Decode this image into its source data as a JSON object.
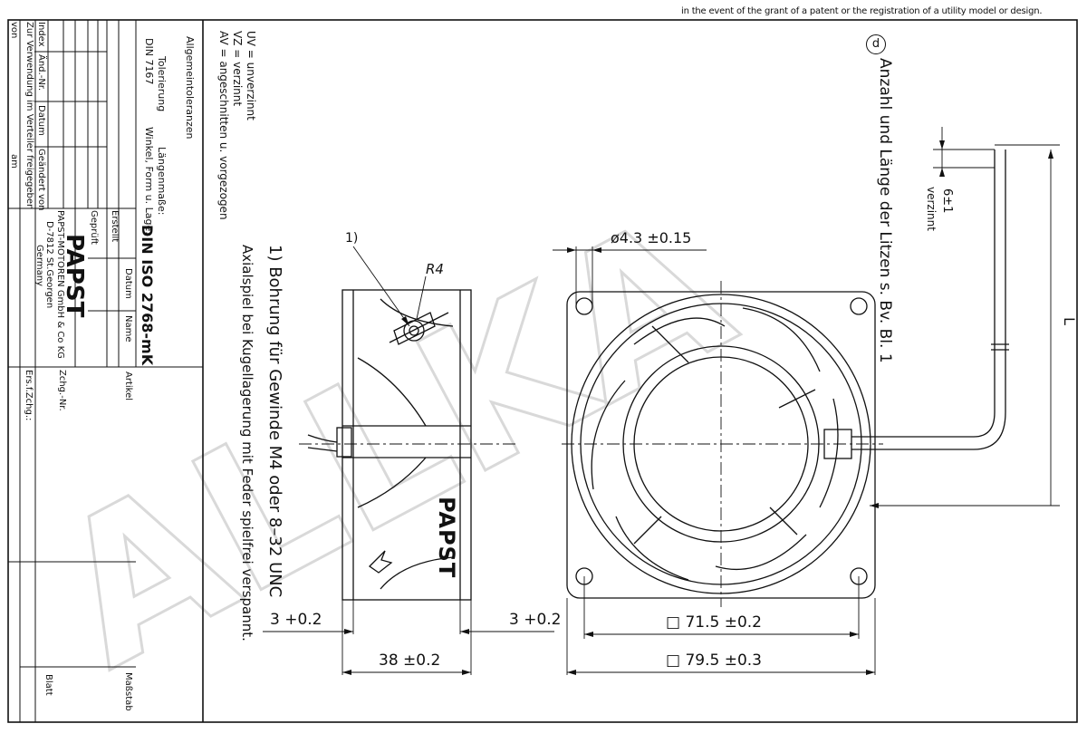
{
  "copyright_note": "in the event of the grant of a patent or the registration of a utility model or design.",
  "notes": {
    "d_marker": "d",
    "d_text": "Anzahl und Länge der Litzen s. Bv. Bl. 1",
    "hole_note": "1) Bohrung für Gewinde M4 oder 8–32 UNC",
    "axial_note": "Axialspiel bei Kugellagerung mit Feder spielfrei verspannt.",
    "legend": [
      "UV = unverzinnt",
      "VZ = verzinnt",
      "AV = angeschnitten u. vorgezogen"
    ]
  },
  "dimensions": {
    "hole_dia": "ø4.3 ±0.15",
    "radius": "R4",
    "callout": "1)",
    "lead_strip": "6±1",
    "lead_finish": "verzinnt",
    "lead_length": "L",
    "depth": "38  ±0.2",
    "flange_left": "3 +0.2",
    "flange_right": "3 +0.2",
    "hole_pitch": "□ 71.5 ±0.2",
    "frame": "□ 79.5 ±0.3"
  },
  "brand_on_fan": "PAPST",
  "watermark": "ALLKA",
  "title_block": {
    "general_tolerances": "Allgemeintoleranzen",
    "tolerancing": "Tolerierung",
    "din": "DIN 7167",
    "length_dims": "Längenmaße:",
    "angle_form": "Winkel, Form u. Lage:",
    "iso": "DIN ISO 2768-mK",
    "created": "Erstellt",
    "checked": "Geprüft",
    "date": "Datum",
    "name": "Name",
    "article": "Artikel",
    "logo": "PAPST",
    "company": "PAPST-MOTOREN GmbH & Co KG",
    "address": "D-7812 St.Georgen",
    "country": "Germany",
    "drawing_no": "Zchg.-Nr.",
    "scale": "Maßstab",
    "sheet": "Blatt",
    "replaces": "Ers.f.Zchg.:",
    "rev_headers": [
      "Index",
      "Änd.-Nr.",
      "Datum",
      "Geändert von"
    ],
    "release": "Zur Verwendung im Verteiler freigegeben",
    "by": "von",
    "on": "am"
  },
  "colors": {
    "line": "#111111",
    "watermark": "#d9d9d9",
    "paper": "#ffffff"
  }
}
